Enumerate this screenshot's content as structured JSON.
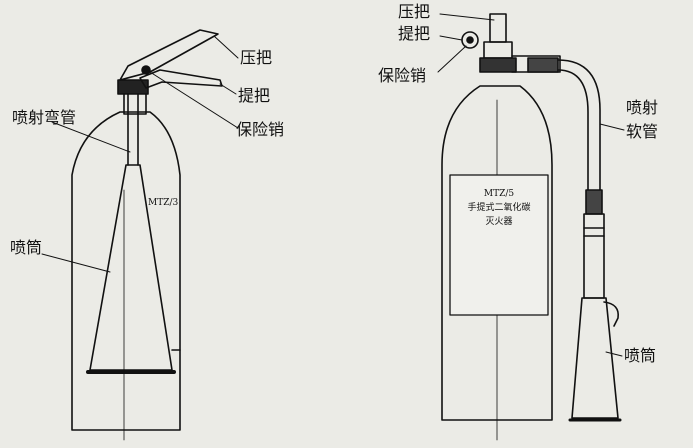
{
  "left_extinguisher": {
    "model_tag": "MTZ/3",
    "labels": {
      "handle": "压把",
      "carry_handle": "提把",
      "safety_pin": "保险销",
      "bent_pipe": "喷射弯管",
      "nozzle_horn": "喷筒"
    }
  },
  "right_extinguisher": {
    "model_tag_line1": "MTZ/5",
    "model_tag_line2": "手提式二氧化碳",
    "model_tag_line3": "灭火器",
    "labels": {
      "handle": "压把",
      "carry_handle": "提把",
      "safety_pin": "保险销",
      "hose_line1": "喷射",
      "hose_line2": "软管",
      "nozzle_horn": "喷筒"
    }
  },
  "colors": {
    "background": "#ebebe6",
    "ink": "#111111"
  }
}
